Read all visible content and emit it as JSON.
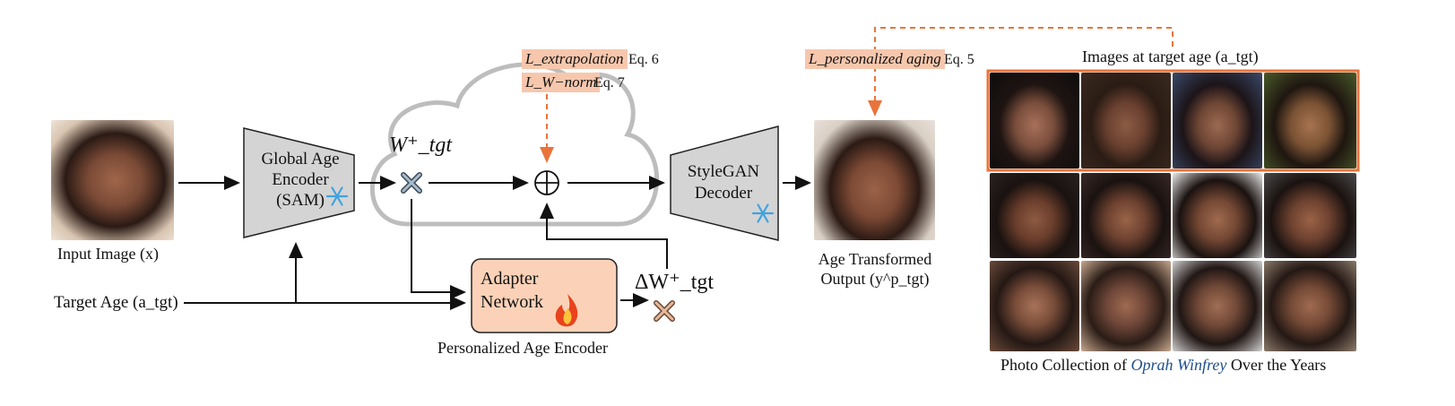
{
  "input": {
    "label": "Input Image (x)"
  },
  "encoder": {
    "line1": "Global Age",
    "line2": "Encoder",
    "line3": "(SAM)"
  },
  "target_age": {
    "label": "Target Age (a_tgt)"
  },
  "w_tgt": {
    "symbol": "W⁺_tgt"
  },
  "delta_w": {
    "symbol": "ΔW⁺_tgt"
  },
  "losses": {
    "extrapolation": "L_extrapolation",
    "extrapolation_eq": "Eq. 6",
    "wnorm": "L_W−norm",
    "wnorm_eq": "Eq. 7",
    "personalized": "L_personalized aging",
    "personalized_eq": "Eq. 5"
  },
  "adapter": {
    "line1": "Adapter",
    "line2": "Network",
    "caption": "Personalized Age Encoder"
  },
  "decoder": {
    "line1": "StyleGAN",
    "line2": "Decoder"
  },
  "output": {
    "line1": "Age Transformed",
    "line2": "Output (y^p_tgt)"
  },
  "collection": {
    "top_label": "Images at target age (a_tgt)",
    "caption_pre": "Photo Collection of ",
    "caption_name": "Oprah Winfrey",
    "caption_post": " Over the Years"
  },
  "colors": {
    "accent": "#e8743b",
    "loss_bg": "#f7c7ad",
    "adapter_bg": "#fbd2b8",
    "encoder_bg": "#d4d4d4",
    "name_blue": "#1f4e8c"
  },
  "icons": {
    "frozen": "snowflake-icon",
    "trainable": "flame-icon",
    "combine": "oplus-icon",
    "latent_mark": "cross-icon"
  }
}
